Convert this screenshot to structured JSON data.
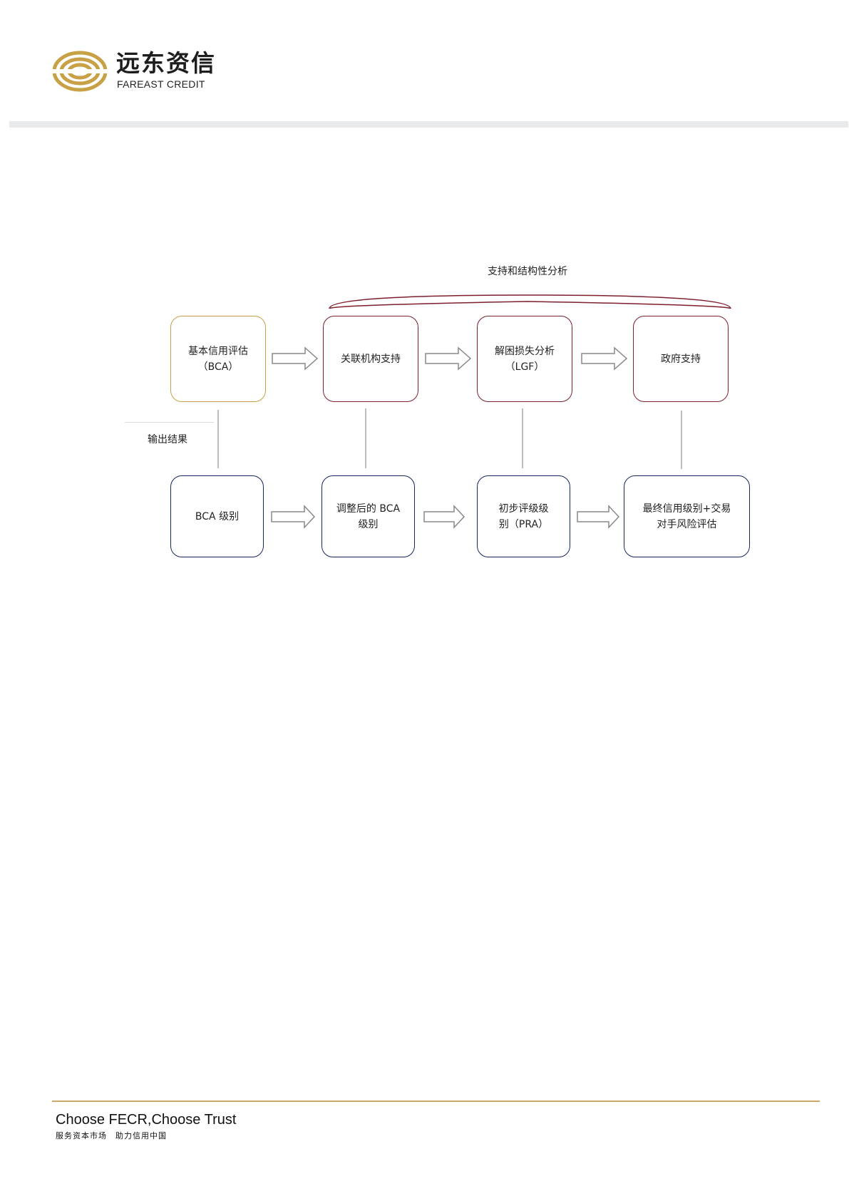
{
  "header": {
    "brand_cn": "远东资信",
    "brand_en": "FAREAST CREDIT",
    "logo_icon": "fareast-logo-icon",
    "brand_color": "#c8a045"
  },
  "diagram": {
    "bracket_label": "支持和结构性分析",
    "side_label": "输出结果",
    "top_row": [
      {
        "label": "基本信用评估\n（BCA）",
        "color": "#c8a045"
      },
      {
        "label": "关联机构支持",
        "color": "#7e1f2c"
      },
      {
        "label": "解困损失分析\n（LGF）",
        "color": "#7e1f2c"
      },
      {
        "label": "政府支持",
        "color": "#7e1f2c"
      }
    ],
    "bottom_row": [
      {
        "label": "BCA 级别",
        "color": "#17265c"
      },
      {
        "label": "调整后的 BCA\n级别",
        "color": "#17265c"
      },
      {
        "label": "初步评级级\n别（PRA）",
        "color": "#17265c"
      },
      {
        "label": "最终信用级别+交易\n对手风险评估",
        "color": "#17265c"
      }
    ]
  },
  "footer": {
    "slogan_en": "Choose FECR,Choose Trust",
    "slogan_cn": "服务资本市场　助力信用中国",
    "accent_color": "#caa865"
  }
}
